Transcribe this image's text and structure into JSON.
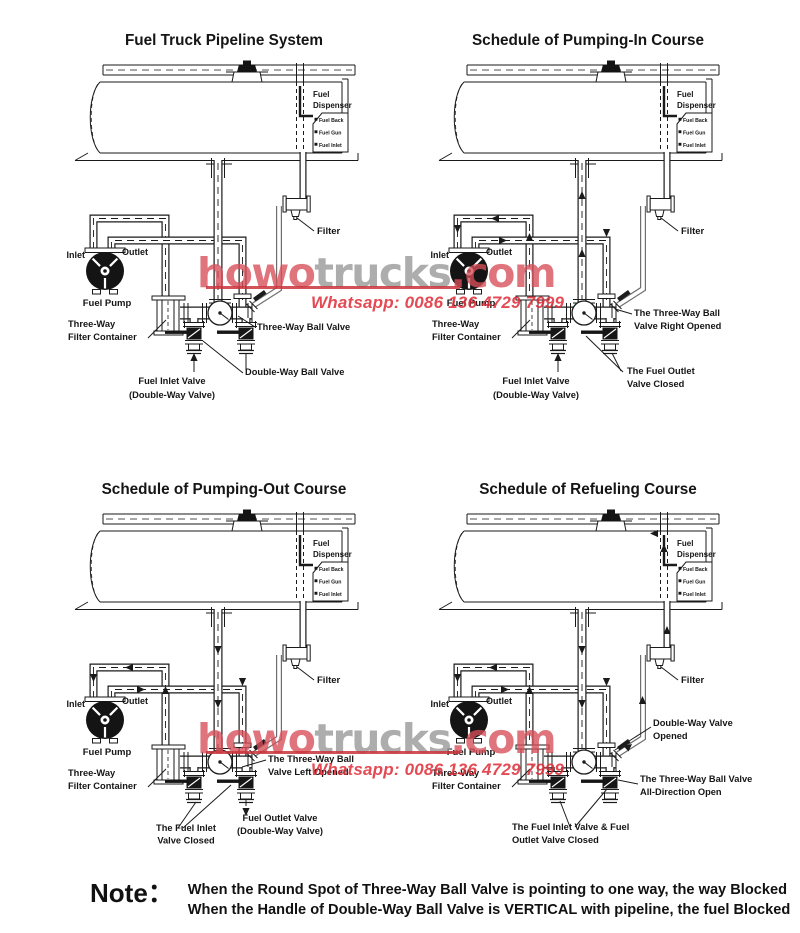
{
  "colors": {
    "line": "#1a1a1a",
    "watermark_red": "#d84e58",
    "watermark_gray": "#979797",
    "whatsapp_red": "#df2a35",
    "underline_red": "#c9343a"
  },
  "watermark": {
    "word_red1": "howo",
    "word_gray": "trucks",
    "word_red2": ".com",
    "whatsapp": "Whatsapp: 0086 136 4729 7999"
  },
  "note": {
    "label": "Note：",
    "lines": [
      "When the Round Spot of Three-Way Ball Valve is pointing to one way, the way Blocked",
      "When the Handle of Double-Way Ball Valve is VERTICAL with pipeline, the fuel Blocked"
    ]
  },
  "common_labels": {
    "fuel_dispenser": [
      "Fuel",
      "Dispenser"
    ],
    "dispenser_ports": [
      "Fuel Back",
      "Fuel Gun",
      "Fuel Inlet"
    ],
    "filter": "Filter",
    "inlet": "Inlet",
    "outlet": "Outlet",
    "fuel_pump": "Fuel Pump",
    "filter_container": [
      "Three-Way",
      "Filter Container"
    ]
  },
  "panels": [
    {
      "id": "pipeline-system",
      "title": "Fuel Truck Pipeline System",
      "callouts": [
        {
          "id": "three-way-ball-valve",
          "lines": [
            "Three-Way Ball Valve"
          ]
        },
        {
          "id": "double-way-ball-valve",
          "lines": [
            "Double-Way Ball Valve"
          ]
        },
        {
          "id": "fuel-inlet-valve",
          "lines": [
            "Fuel Inlet Valve",
            "(Double-Way Valve)"
          ]
        }
      ]
    },
    {
      "id": "pumping-in",
      "title": "Schedule of Pumping-In Course",
      "callouts": [
        {
          "id": "three-way-right-opened",
          "lines": [
            "The Three-Way Ball",
            "Valve Right Opened"
          ]
        },
        {
          "id": "fuel-outlet-closed",
          "lines": [
            "The Fuel Outlet",
            "Valve Closed"
          ]
        },
        {
          "id": "fuel-inlet-valve",
          "lines": [
            "Fuel Inlet Valve",
            "(Double-Way Valve)"
          ]
        }
      ]
    },
    {
      "id": "pumping-out",
      "title": "Schedule of Pumping-Out Course",
      "callouts": [
        {
          "id": "three-way-left-opened",
          "lines": [
            "The Three-Way Ball",
            "Valve Left Opened"
          ]
        },
        {
          "id": "fuel-outlet-valve",
          "lines": [
            "Fuel Outlet Valve",
            "(Double-Way Valve)"
          ]
        },
        {
          "id": "fuel-inlet-closed",
          "lines": [
            "The Fuel Inlet",
            "Valve Closed"
          ]
        }
      ]
    },
    {
      "id": "refueling",
      "title": "Schedule of Refueling Course",
      "callouts": [
        {
          "id": "double-way-valve-opened",
          "lines": [
            "Double-Way Valve",
            "Opened"
          ]
        },
        {
          "id": "three-way-all-direction-open",
          "lines": [
            "The Three-Way Ball Valve",
            "All-Direction Open"
          ]
        },
        {
          "id": "inlet-outlet-closed",
          "lines": [
            "The Fuel Inlet Valve & Fuel",
            "Outlet Valve Closed"
          ]
        }
      ]
    }
  ]
}
